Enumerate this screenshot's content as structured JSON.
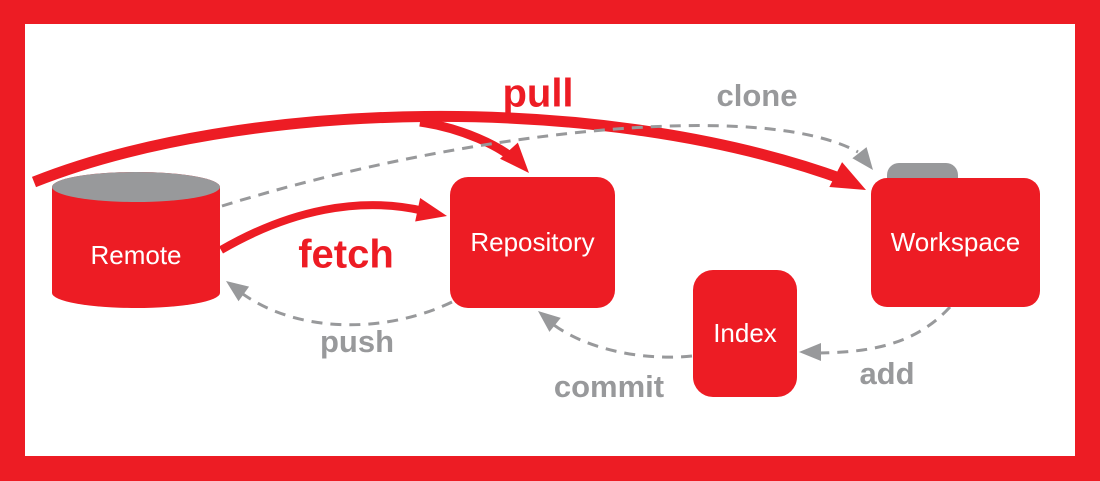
{
  "colors": {
    "red": "#ED1C24",
    "gray": "#98999B",
    "node_text": "#FFFFFF",
    "background": "#FFFFFF"
  },
  "nodes": {
    "remote": {
      "label": "Remote",
      "shape": "database-cylinder"
    },
    "repository": {
      "label": "Repository",
      "shape": "rounded-rectangle"
    },
    "index": {
      "label": "Index",
      "shape": "rounded-rectangle"
    },
    "workspace": {
      "label": "Workspace",
      "shape": "folder"
    }
  },
  "arrows": {
    "pull": {
      "label": "pull",
      "style": "solid-red-thick",
      "from": "Remote",
      "to": "Workspace",
      "branch_into": "Repository"
    },
    "clone": {
      "label": "clone",
      "style": "dashed-gray",
      "from": "Remote",
      "to": "Workspace"
    },
    "fetch": {
      "label": "fetch",
      "style": "solid-red-thick",
      "from": "Remote",
      "to": "Repository"
    },
    "push": {
      "label": "push",
      "style": "dashed-gray",
      "from": "Repository",
      "to": "Remote"
    },
    "commit": {
      "label": "commit",
      "style": "dashed-gray",
      "from": "Index",
      "to": "Repository"
    },
    "add": {
      "label": "add",
      "style": "dashed-gray",
      "from": "Workspace",
      "to": "Index"
    }
  }
}
